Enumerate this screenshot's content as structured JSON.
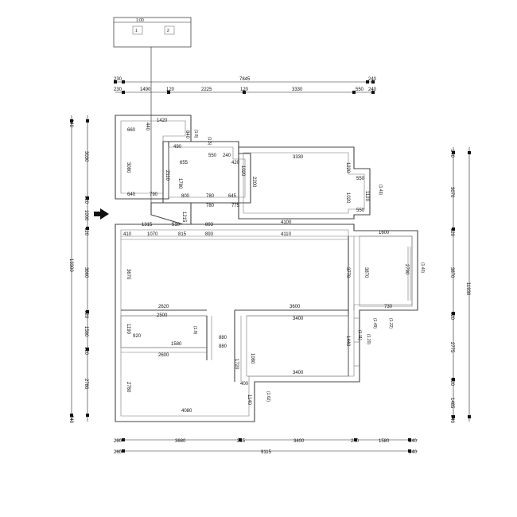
{
  "drawing": {
    "entrance_arrow": "arrow-right-icon",
    "top_dims_total": [
      "230",
      "7845",
      "240"
    ],
    "top_dims_segments": [
      "230",
      "1490",
      "120",
      "2225",
      "120",
      "3330",
      "550",
      "240"
    ],
    "bottom_dims_segments": [
      "260",
      "3680",
      "215",
      "3400",
      "240",
      "1580",
      "240"
    ],
    "bottom_dims_total": [
      "260",
      "9115",
      "240"
    ],
    "left_dims_segments": [
      "240",
      "3030",
      "120",
      "1000",
      "120",
      "3660",
      "120",
      "1560",
      "120",
      "2780",
      "240"
    ],
    "left_dims_total": [
      "13300"
    ],
    "right_dims_segments": [
      "240",
      "3070",
      "120",
      "3870",
      "120",
      "2775",
      "120",
      "1485",
      "240"
    ],
    "right_dims_total": [
      "11930"
    ],
    "room_dims": {
      "r_1420": "1420",
      "r_440": "440",
      "r_660": "660",
      "r_840": "840",
      "r_3080": "3080",
      "r_640": "640",
      "r_790": "790",
      "r_490": "490",
      "r_550a": "550",
      "r_240": "240",
      "r_655": "655",
      "r_420": "420",
      "r_2110": "2110",
      "r_1780": "1780",
      "r_1020": "1020",
      "r_2200": "2200",
      "r_800": "800",
      "r_780a": "780",
      "r_645": "645",
      "r_780b": "780",
      "r_775": "775",
      "r_3330": "3330",
      "r_550b": "550",
      "r_1220": "1220",
      "r_1020b": "1020",
      "r_1120": "1120",
      "r_550c": "550",
      "r_1215": "1215",
      "r_1315": "1315",
      "r_510": "510",
      "r_893a": "893",
      "r_4100": "4100",
      "r_410a": "410",
      "r_1070": "1070",
      "r_815": "815",
      "r_893b": "893",
      "r_4110": "4110",
      "r_3670": "3670",
      "r_3770": "3770",
      "r_3870": "3870",
      "r_1600": "1600",
      "r_2790": "2790",
      "r_2620": "2620",
      "r_3600": "3600",
      "r_730": "730",
      "r_2500": "2500",
      "r_3400a": "3400",
      "r_1190": "1190",
      "r_920": "920",
      "r_1580": "1580",
      "r_880a": "880",
      "r_880b": "880",
      "r_2600": "2600",
      "r_1440": "1440",
      "r_1720": "1720",
      "r_1080": "1080",
      "r_3400b": "3400",
      "r_2780": "2780",
      "r_400": "400",
      "r_1140": "1140",
      "r_4080": "4080"
    },
    "notes": {
      "n1": "(1.8)",
      "n2": "(1.5)",
      "n3": "(1.49)",
      "n4": "(1.40)",
      "n5": "(1.49)",
      "n6": "(1.22)",
      "n7": "(1.11)",
      "n8": "(1.20)",
      "n9": "(1.62)",
      "n10": "(1.8)"
    },
    "meter_label": "1:00",
    "meter_a": "1",
    "meter_b": "2"
  }
}
